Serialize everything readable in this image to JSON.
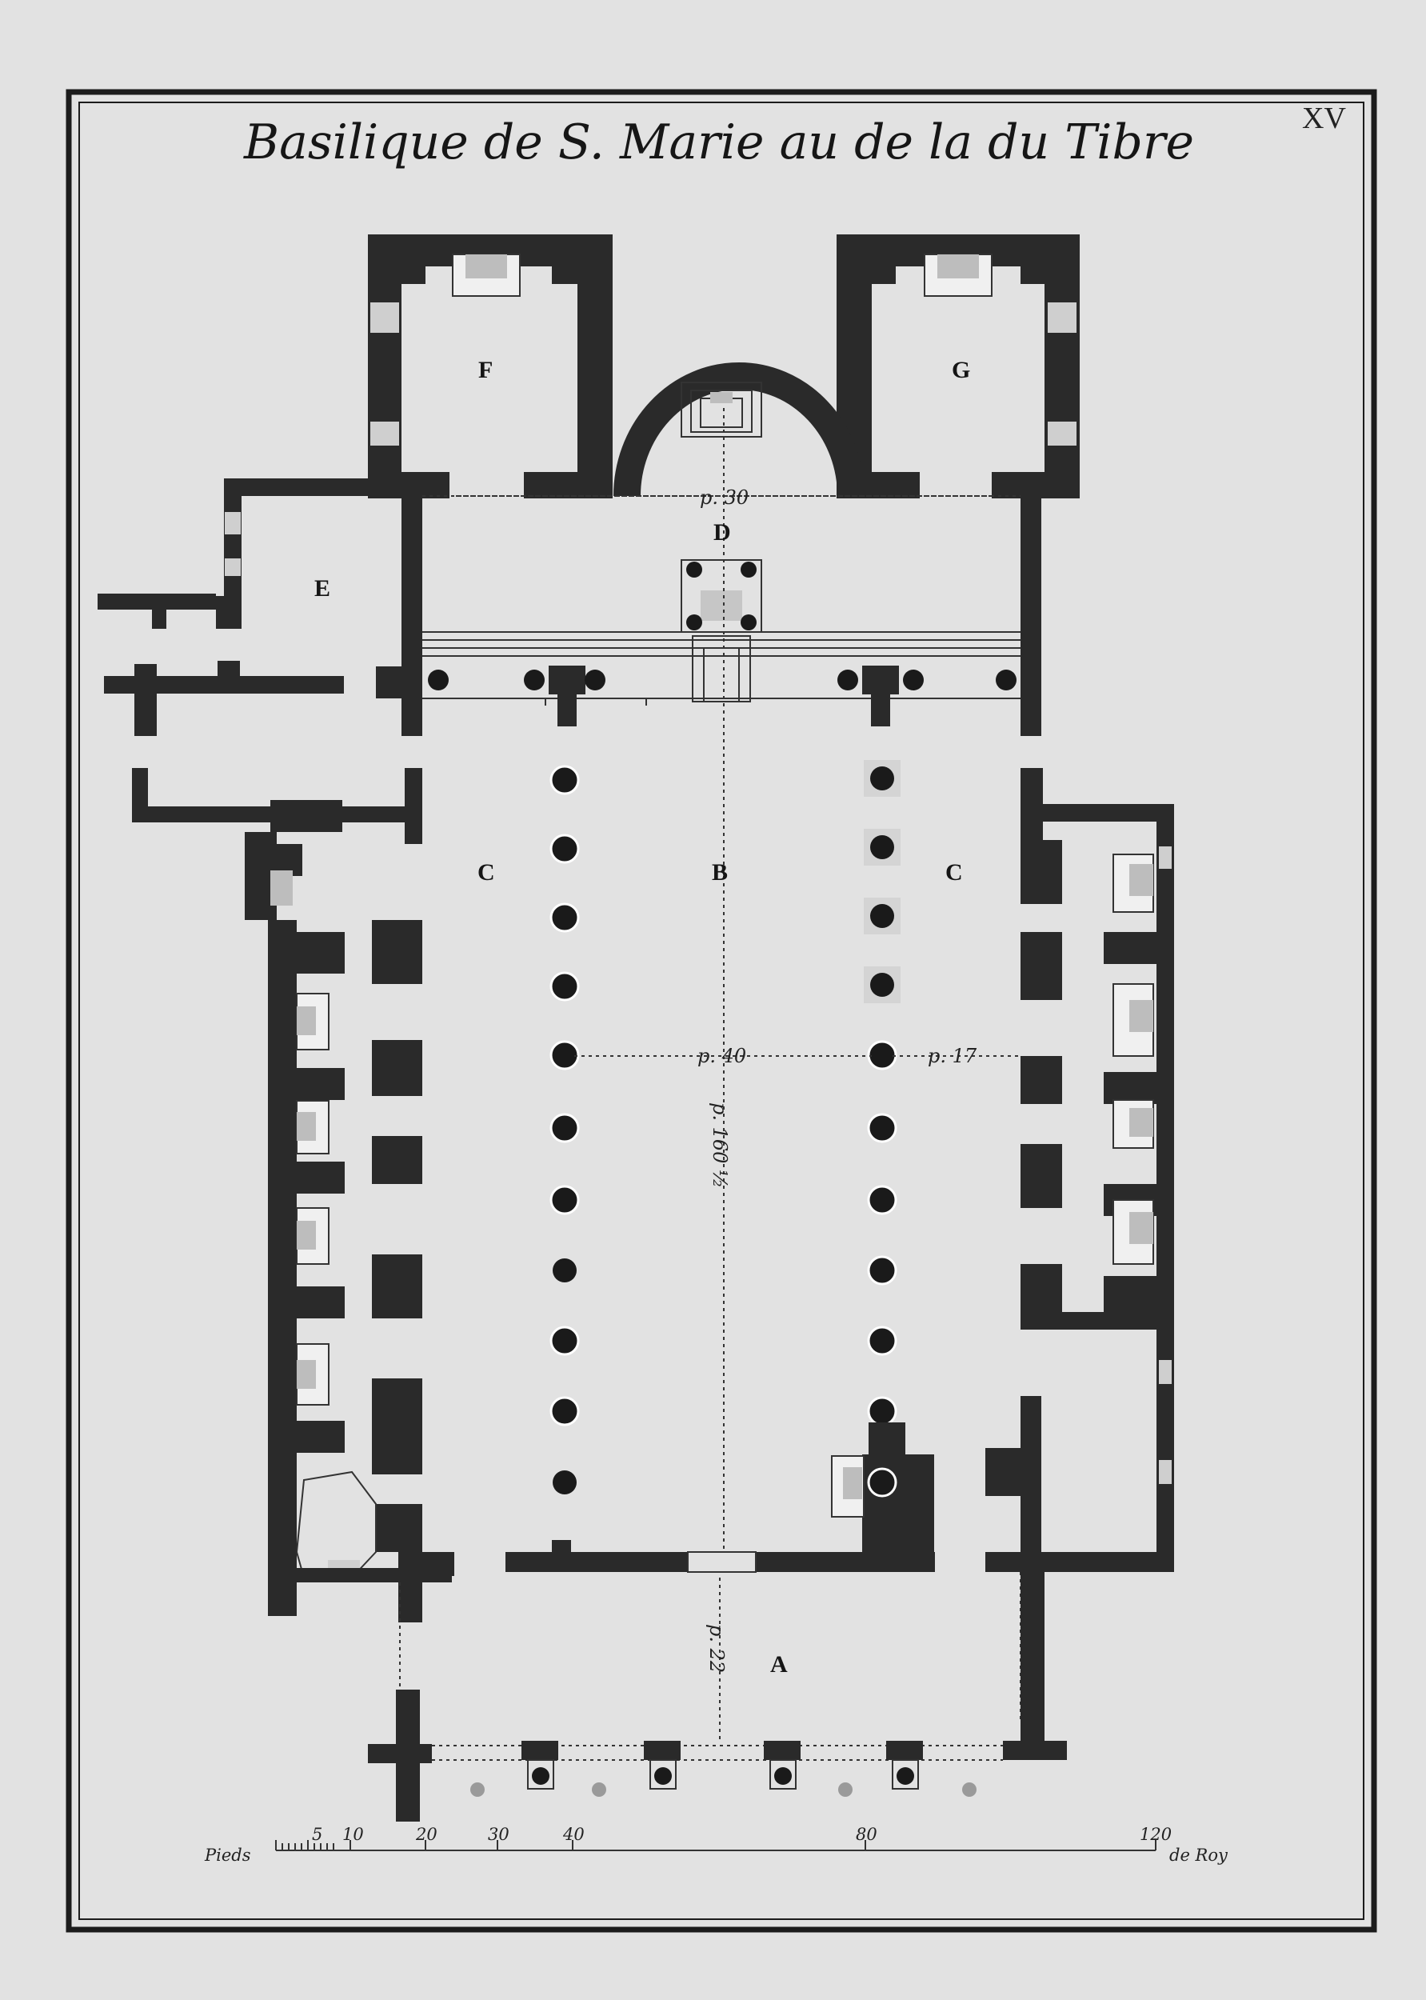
{
  "plate": {
    "title": "Basilique de S. Marie au de la du Tibre",
    "number": "XV"
  },
  "rooms": {
    "A": "A",
    "B": "B",
    "C_left": "C",
    "C_right": "C",
    "D": "D",
    "E": "E",
    "F": "F",
    "G": "G"
  },
  "dimensions": {
    "transept": "p. 30",
    "nave_width": "p. 40",
    "aisle_width": "p. 17",
    "nave_length": "p. 160 ½",
    "atrium_depth": "p. 22"
  },
  "scale": {
    "left_label": "Pieds",
    "right_label": "de Roy",
    "ticks": [
      "5",
      "10",
      "20",
      "30",
      "40",
      "80",
      "120"
    ]
  },
  "colors": {
    "paper": "#e2e2e2",
    "ink": "#2a2a2a",
    "frame": "#1c1c1c"
  }
}
